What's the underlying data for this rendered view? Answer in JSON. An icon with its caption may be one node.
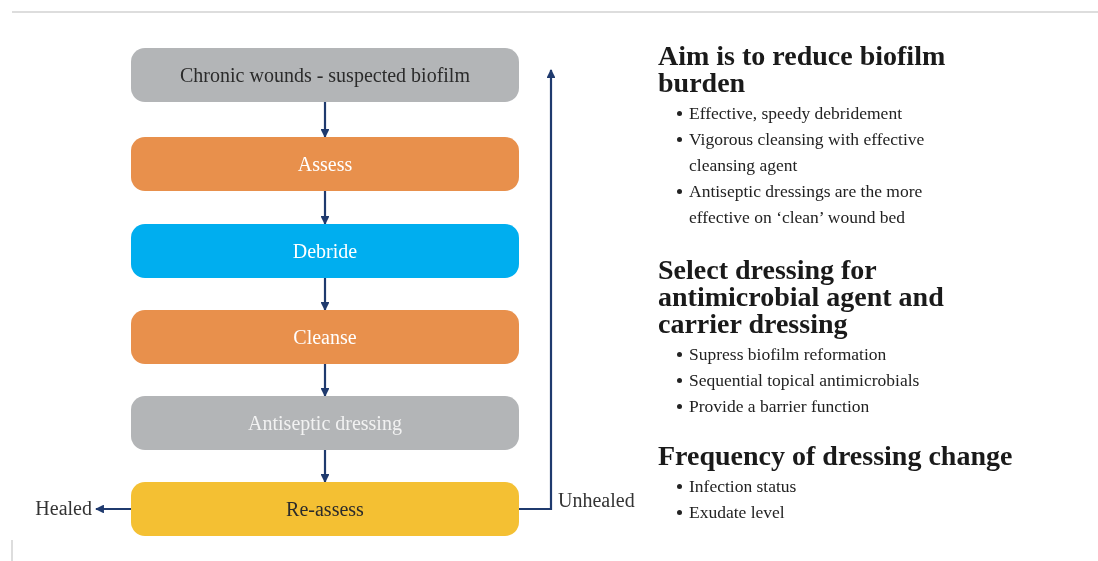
{
  "diagram": {
    "nodes": [
      {
        "text": [
          "Chronic wounds - suspected biofilm"
        ]
      },
      {
        "text": [
          "Assess"
        ]
      },
      {
        "text": [
          "Debride"
        ]
      },
      {
        "text": [
          "Cleanse"
        ]
      },
      {
        "text": [
          "Antiseptic dressing"
        ]
      },
      {
        "text": [
          "Re-assess"
        ]
      },
      {
        "text": [
          "Healed"
        ]
      }
    ],
    "edges": [
      {
        "from": 0,
        "to": 1,
        "arrow": "to"
      },
      {
        "from": 1,
        "to": 2,
        "arrow": "to"
      },
      {
        "from": 2,
        "to": 3,
        "arrow": "to"
      },
      {
        "from": 3,
        "to": 4,
        "arrow": "to"
      },
      {
        "from": 4,
        "to": 5,
        "arrow": "to"
      },
      {
        "from": 5,
        "to": 6,
        "arrow": "to"
      },
      {
        "from": 5,
        "to": null,
        "arrow": "to",
        "label": "Unhealed"
      }
    ],
    "labels": [
      "Aim is to reduce biofilm burden",
      "Effective, speedy debridement",
      "Vigorous cleansing with effective cleansing agent",
      "Antiseptic dressings are the more effective on ‘clean’ wound bed",
      "Select dressing for antimicrobial agent and carrier dressing",
      "Supress biofilm reformation",
      "Sequential topical antimicrobials",
      "Provide a barrier function",
      "Frequency of dressing change",
      "Infection status",
      "Exudate level"
    ]
  }
}
